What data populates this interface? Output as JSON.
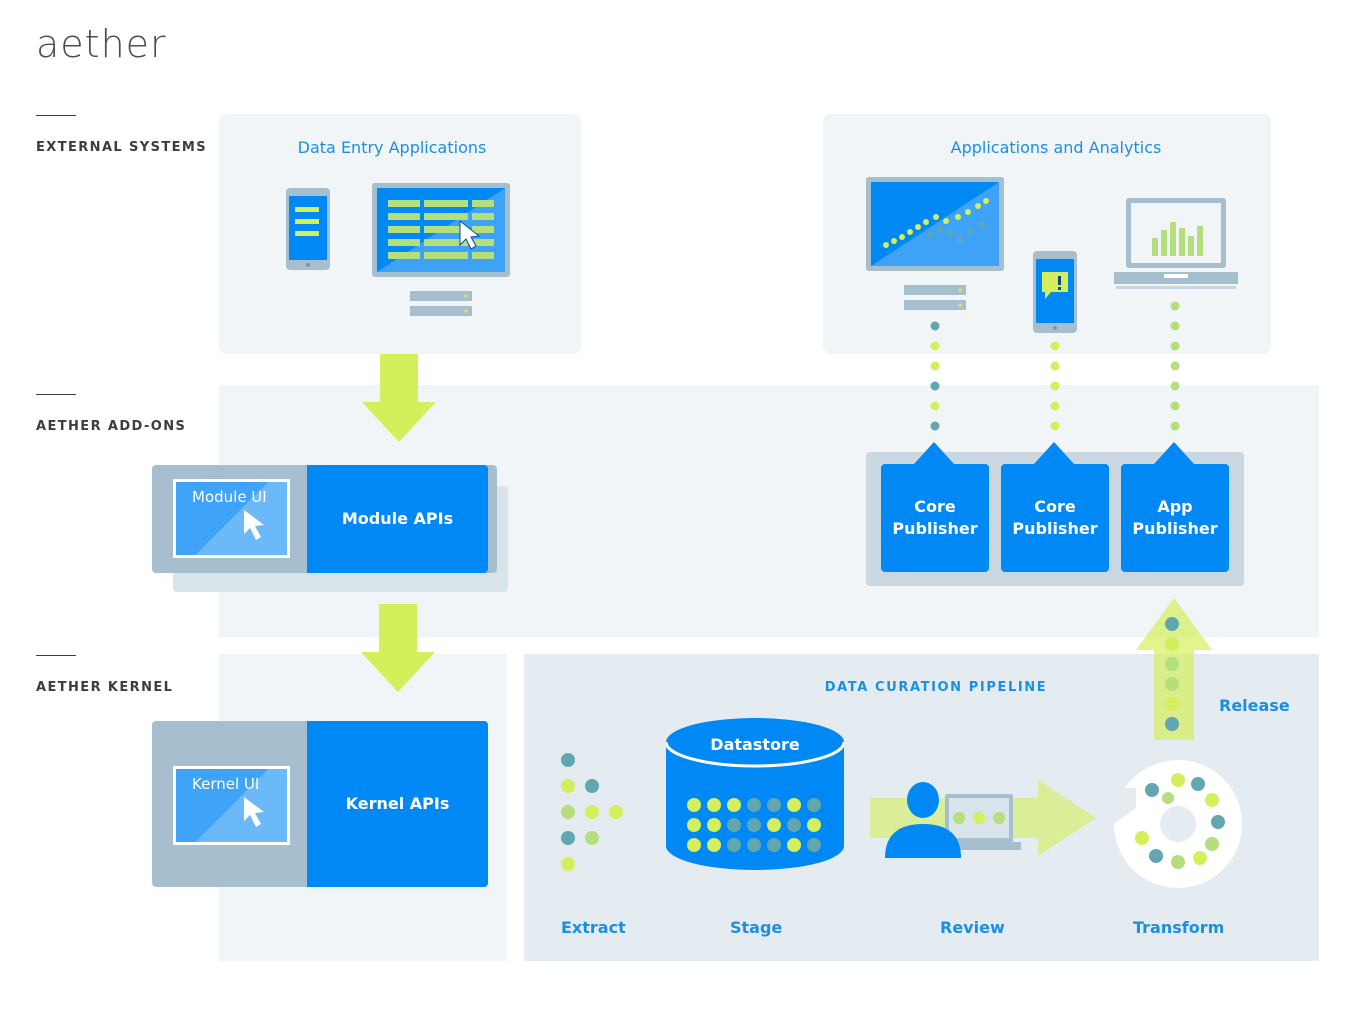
{
  "brand": "aether",
  "tiers": {
    "external": "EXTERNAL SYSTEMS",
    "addons": "AETHER ADD-ONS",
    "kernel": "AETHER KERNEL"
  },
  "data_entry": {
    "title": "Data Entry Applications"
  },
  "analytics": {
    "title": "Applications and Analytics"
  },
  "module": {
    "ui_label": "Module UI",
    "apis_label": "Module APIs"
  },
  "kernel": {
    "ui_label": "Kernel UI",
    "apis_label": "Kernel APIs"
  },
  "publishers": [
    {
      "line1": "Core",
      "line2": "Publisher"
    },
    {
      "line1": "Core",
      "line2": "Publisher"
    },
    {
      "line1": "App",
      "line2": "Publisher"
    }
  ],
  "pipeline": {
    "title": "DATA CURATION PIPELINE",
    "datastore_label": "Datastore",
    "steps": {
      "extract": "Extract",
      "stage": "Stage",
      "review": "Review",
      "transform": "Transform",
      "release": "Release"
    }
  },
  "colors": {
    "blue": "#0088f5",
    "lime": "#d4ef5c",
    "teal": "#62a6b0",
    "panel": "#f2f5f7",
    "panel_dark": "#e4ecf1",
    "title_blue": "#1c8fe0"
  }
}
